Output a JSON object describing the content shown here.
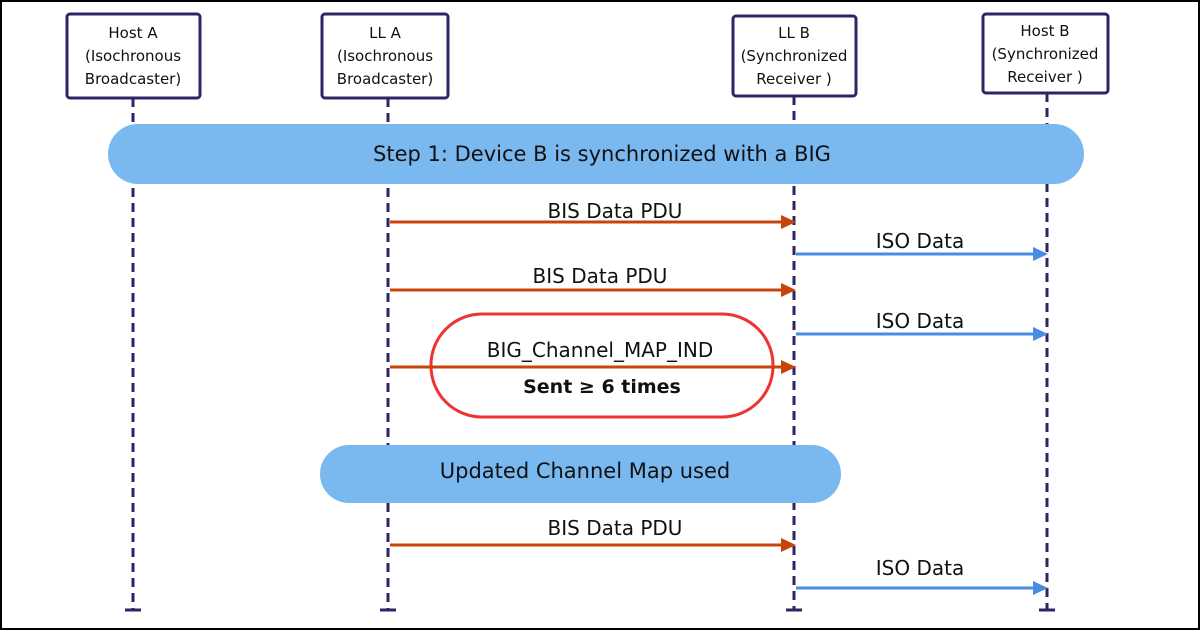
{
  "colors": {
    "frame": "#000000",
    "actor_border": "#2d2566",
    "lifeline": "#2d2566",
    "band_fill": "#7ab8f0",
    "arrow_red": "#c8440a",
    "arrow_blue": "#4a8de0",
    "note_border": "#ee3333"
  },
  "actors": [
    {
      "lines": [
        "Host A",
        "(Isochronous",
        "Broadcaster)"
      ]
    },
    {
      "lines": [
        "LL A",
        "(Isochronous",
        "Broadcaster)"
      ]
    },
    {
      "lines": [
        "LL B",
        "(Synchronized",
        "Receiver )"
      ]
    },
    {
      "lines": [
        "Host B",
        "(Synchronized",
        "Receiver )"
      ]
    }
  ],
  "bands": [
    {
      "label": "Step 1: Device B is synchronized with a BIG"
    },
    {
      "label": "Updated Channel Map used"
    }
  ],
  "messages": [
    {
      "label": "BIS Data PDU"
    },
    {
      "label": "ISO Data"
    },
    {
      "label": "BIS Data PDU"
    },
    {
      "label": "ISO Data"
    },
    {
      "label": "BIG_Channel_MAP_IND"
    },
    {
      "label": "BIS Data PDU"
    },
    {
      "label": "ISO Data"
    }
  ],
  "note": {
    "bold_text": "Sent ≥ 6 times"
  }
}
